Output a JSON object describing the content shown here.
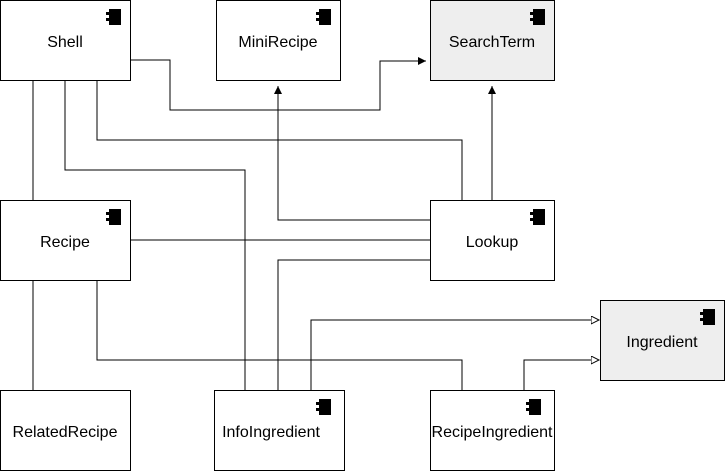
{
  "diagram": {
    "nodes": {
      "shell": {
        "label": "Shell",
        "fill": "#ffffff"
      },
      "minirecipe": {
        "label": "MiniRecipe",
        "fill": "#ffffff"
      },
      "searchterm": {
        "label": "SearchTerm",
        "fill": "#eeeeee"
      },
      "recipe": {
        "label": "Recipe",
        "fill": "#ffffff"
      },
      "lookup": {
        "label": "Lookup",
        "fill": "#ffffff"
      },
      "ingredient": {
        "label": "Ingredient",
        "fill": "#eeeeee"
      },
      "relatedrecipe": {
        "label": "RelatedRecipe",
        "fill": "#ffffff"
      },
      "infoingredient": {
        "label": "InfoIngredient",
        "fill": "#ffffff"
      },
      "recipeingredient": {
        "label": "RecipeIngredient",
        "fill": "#ffffff"
      }
    },
    "edges": [
      {
        "from": "shell",
        "to": "searchterm",
        "type": "association"
      },
      {
        "from": "lookup",
        "to": "searchterm",
        "type": "association"
      },
      {
        "from": "lookup",
        "to": "minirecipe",
        "type": "association"
      },
      {
        "from": "shell",
        "to": "recipe",
        "type": "aggregation"
      },
      {
        "from": "shell",
        "to": "infoingredient",
        "type": "aggregation"
      },
      {
        "from": "shell",
        "to": "lookup",
        "type": "aggregation"
      },
      {
        "from": "lookup",
        "to": "recipe",
        "type": "aggregation"
      },
      {
        "from": "lookup",
        "to": "infoingredient",
        "type": "aggregation"
      },
      {
        "from": "recipe",
        "to": "relatedrecipe",
        "type": "aggregation"
      },
      {
        "from": "recipe",
        "to": "recipeingredient",
        "type": "aggregation"
      },
      {
        "from": "infoingredient",
        "to": "ingredient",
        "type": "generalization"
      },
      {
        "from": "recipeingredient",
        "to": "ingredient",
        "type": "generalization"
      }
    ]
  }
}
